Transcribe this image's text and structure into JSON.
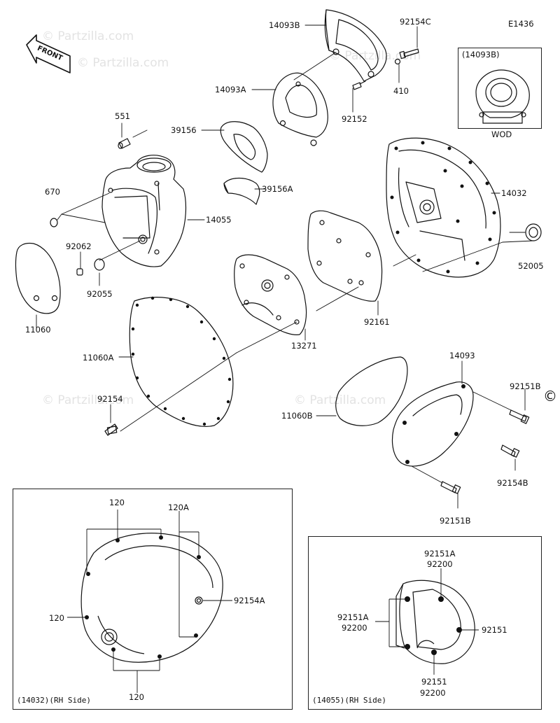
{
  "diagram_code": "E1436",
  "front_label": "FRONT",
  "copyright_symbol": "©",
  "watermark": "© Partzilla.com",
  "parts": {
    "p14093B": "14093B",
    "p92154C": "92154C",
    "p14093A": "14093A",
    "p410": "410",
    "p92152": "92152",
    "p551": "551",
    "p39156": "39156",
    "p39156A": "39156A",
    "p670": "670",
    "p14055": "14055",
    "p14032": "14032",
    "p92062": "92062",
    "p92055": "92055",
    "p52005": "52005",
    "p11060": "11060",
    "p92161": "92161",
    "p11060A": "11060A",
    "p13271": "13271",
    "p14093": "14093",
    "p92151B_a": "92151B",
    "p92154": "92154",
    "p11060B": "11060B",
    "p92154B": "92154B",
    "p92151B_b": "92151B"
  },
  "inset_wod": {
    "title": "(14093B)",
    "caption": "WOD"
  },
  "inset_14032": {
    "caption": "(14032)(RH Side)",
    "labels": {
      "top": "120",
      "top_a": "120A",
      "left": "120",
      "right": "92154A",
      "bottom": "120"
    }
  },
  "inset_14055": {
    "caption": "(14055)(RH Side)",
    "labels": {
      "top1": "92151A",
      "top2": "92200",
      "left1": "92151A",
      "left2": "92200",
      "right": "92151",
      "bottom1": "92151",
      "bottom2": "92200"
    }
  }
}
